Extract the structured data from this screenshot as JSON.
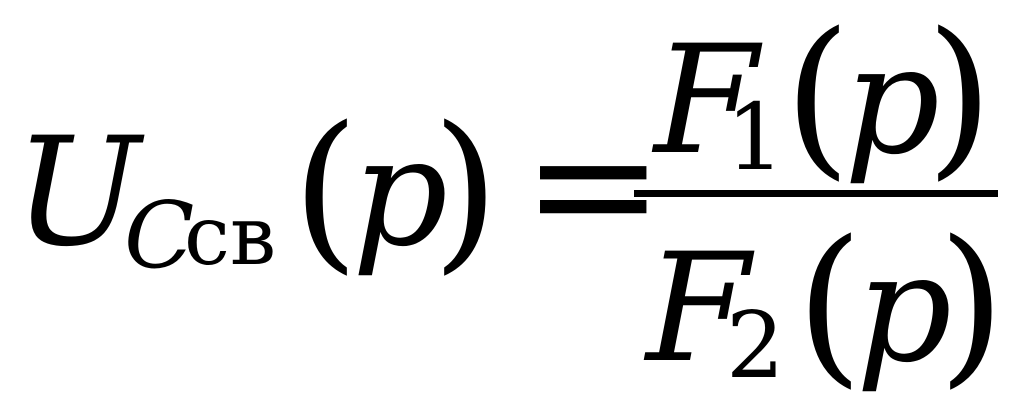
{
  "formula": {
    "lhs": {
      "function": "U",
      "subscript_italic": "C",
      "subscript_upright": "св",
      "open_paren": "(",
      "variable": "p",
      "close_paren": ")"
    },
    "equals": "=",
    "numerator": {
      "function": "F",
      "subscript": "1",
      "open_paren": "(",
      "variable": "p",
      "close_paren": ")"
    },
    "denominator": {
      "function": "F",
      "subscript": "2",
      "open_paren": "(",
      "variable": "p",
      "close_paren": ")"
    }
  }
}
